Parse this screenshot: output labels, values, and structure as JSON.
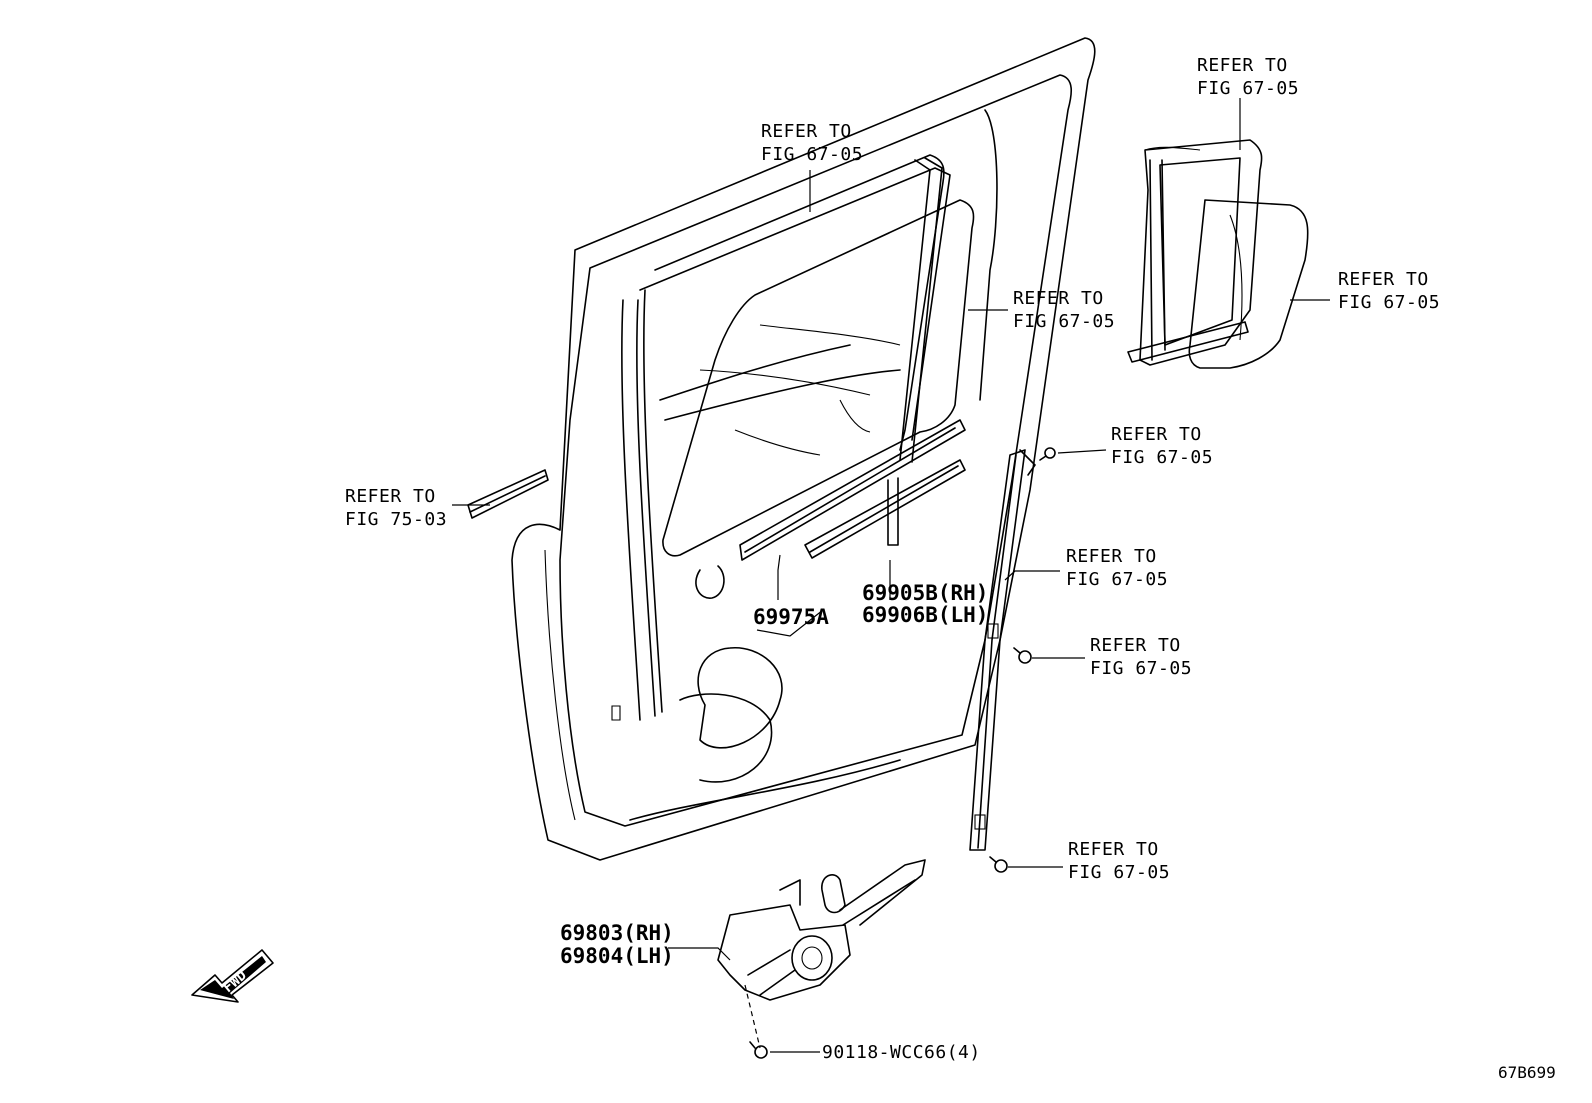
{
  "diagram": {
    "callouts": {
      "top_center_1": "REFER TO",
      "top_center_2": "FIG 67-05",
      "center_right_1": "REFER TO",
      "center_right_2": "FIG 67-05",
      "left_1": "REFER TO",
      "left_2": "FIG 75-03",
      "top_right_1": "REFER TO",
      "top_right_2": "FIG 67-05",
      "right_glass_1": "REFER TO",
      "right_glass_2": "FIG 67-05",
      "bolt_top_1": "REFER TO",
      "bolt_top_2": "FIG 67-05",
      "channel_1": "REFER TO",
      "channel_2": "FIG 67-05",
      "bolt_mid_1": "REFER TO",
      "bolt_mid_2": "FIG 67-05",
      "bolt_low_1": "REFER TO",
      "bolt_low_2": "FIG 67-05"
    },
    "parts": {
      "weatherstrip": "69975A",
      "outer_strip_rh": "69905B(RH)",
      "outer_strip_lh": "69906B(LH)",
      "regulator_rh": "69803(RH)",
      "regulator_lh": "69804(LH)",
      "bolt": "90118-WCC66(4)"
    },
    "fwd_label": "FWD",
    "figure_code": "67B699"
  }
}
